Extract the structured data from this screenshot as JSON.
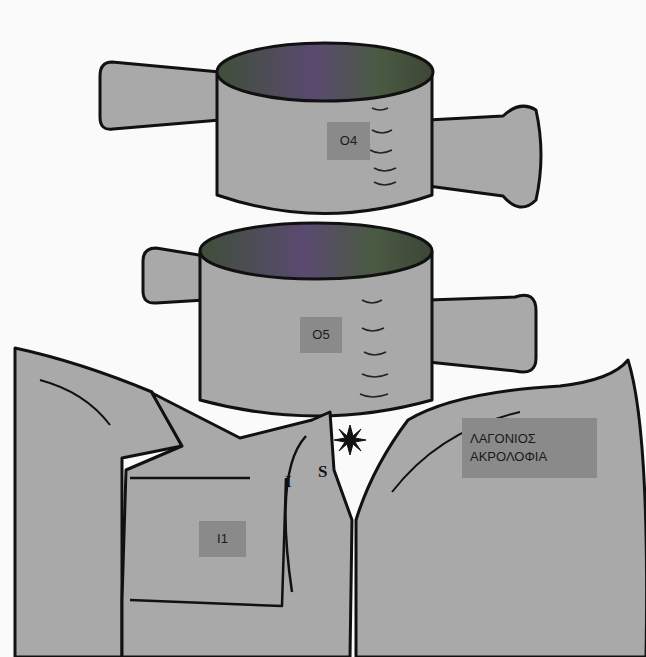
{
  "diagram": {
    "nodes": [
      {
        "text": [
          "Ο4"
        ]
      },
      {
        "text": [
          "Ο5"
        ]
      },
      {
        "text": [
          "Ι1"
        ]
      },
      {
        "text": [
          "ΛΑΓΟΝΙΟΣ ΑΚΡΟΛΟΦΙΑ"
        ]
      }
    ],
    "labels": [
      "I",
      "S"
    ]
  }
}
